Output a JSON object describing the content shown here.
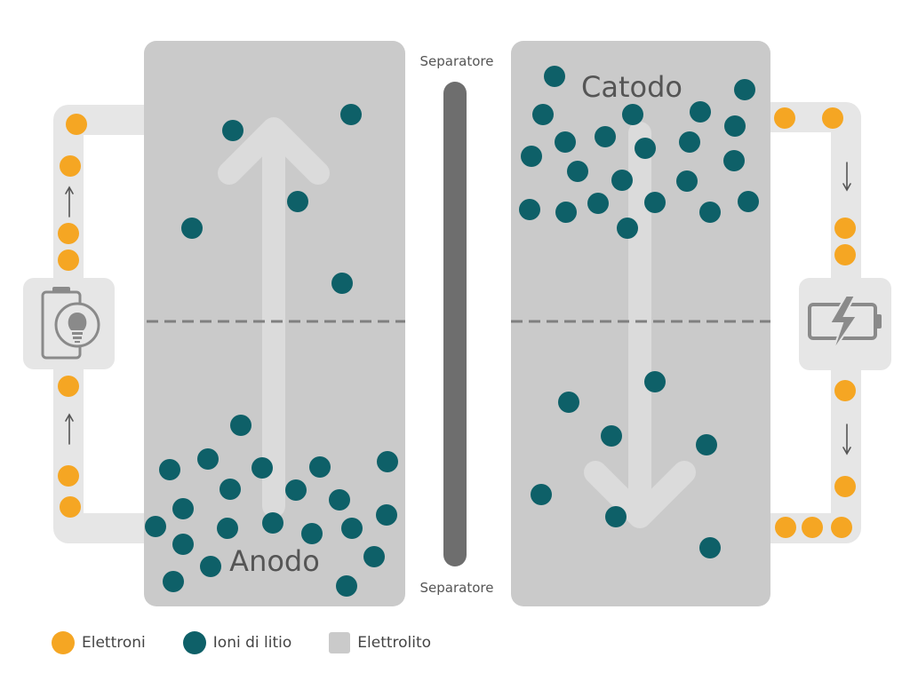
{
  "labels": {
    "anode": "Anodo",
    "cathode": "Catodo",
    "separator_top": "Separatore",
    "separator_bottom": "Separatore"
  },
  "legend": [
    {
      "label": "Elettroni",
      "color": "#F5A623",
      "shape": "circle"
    },
    {
      "label": "Ioni di litio",
      "color": "#0E6068",
      "shape": "circle"
    },
    {
      "label": "Elettrolito",
      "color": "#CACACA",
      "shape": "square"
    }
  ],
  "icons": {
    "left": "battery-bulb-icon",
    "right": "battery-charging-icon"
  },
  "colors": {
    "electron": "#F5A623",
    "ion": "#0E6068",
    "electrolyte": "#CACACA",
    "separator": "#6E6E6E",
    "circuit": "#E6E6E6",
    "arrow": "#DBDBDB"
  }
}
